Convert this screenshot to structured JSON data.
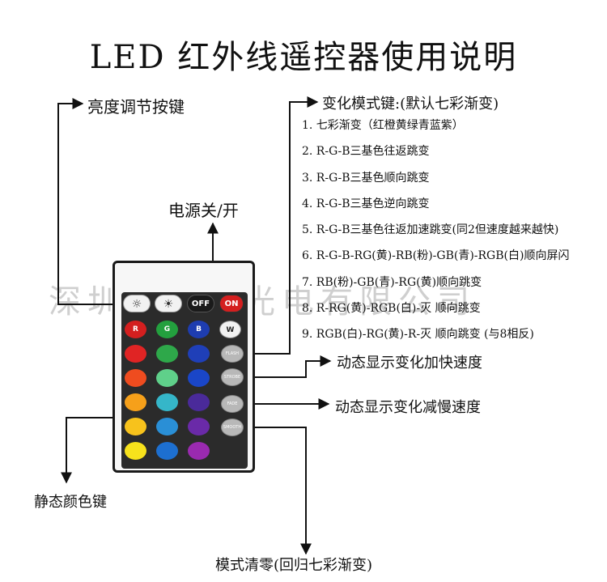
{
  "title": "LED 红外线遥控器使用说明",
  "watermark": "深圳市汇炬光电有限公司",
  "labels": {
    "brightness": "亮度调节按键",
    "mode_keys": "变化模式键:(默认七彩渐变)",
    "power": "电源关/开",
    "faster": "动态显示变化加快速度",
    "slower": "动态显示变化减慢速度",
    "static_color": "静态颜色键",
    "mode_reset": "模式清零(回归七彩渐变)"
  },
  "modes": [
    "1. 七彩渐变（红橙黄绿青蓝紫）",
    "2. R-G-B三基色往返跳变",
    "3. R-G-B三基色顺向跳变",
    "4. R-G-B三基色逆向跳变",
    "5. R-G-B三基色往返加速跳变(同2但速度越来越快)",
    "6. R-G-B-RG(黄)-RB(粉)-GB(青)-RGB(白)顺向屏闪",
    "7. RB(粉)-GB(青)-RG(黄)顺向跳变",
    "8. R-RG(黄)-RGB(白)-灭 顺向跳变",
    "9. RGB(白)-RG(黄)-R-灭 顺向跳变 (与8相反)"
  ],
  "remote": {
    "top_buttons": [
      "OFF",
      "ON"
    ],
    "rgbw_caps": [
      "R",
      "G",
      "B",
      "W"
    ],
    "side_buttons": [
      "FLASH",
      "STROBE",
      "FADE",
      "SMOOTH"
    ],
    "colors": {
      "rows": [
        [
          "#e02424",
          "#2ea84a",
          "#1f3fb8"
        ],
        [
          "#ef4c1f",
          "#5fd08a",
          "#1a46c8"
        ],
        [
          "#f6a01a",
          "#35b6c9",
          "#4a2a9a"
        ],
        [
          "#f7c21c",
          "#2a8fd6",
          "#6a2aa8"
        ],
        [
          "#f7e21c",
          "#1d6fd0",
          "#9a2ab0"
        ]
      ],
      "rgbw": [
        "#d41f1f",
        "#23a03e",
        "#1e3db0",
        "#f2f2f2"
      ]
    }
  }
}
